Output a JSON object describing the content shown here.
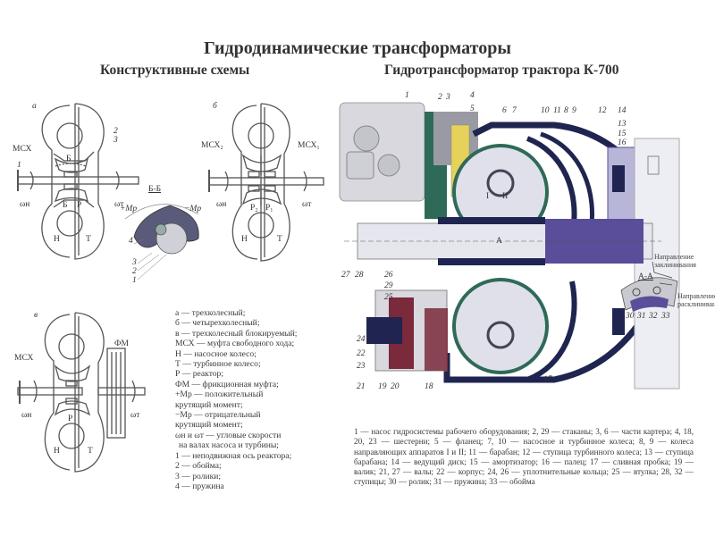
{
  "page": {
    "title": "Гидродинамические трансформаторы",
    "subtitle_left": "Конструктивные схемы",
    "subtitle_right": "Гидротрансформатор трактора К-700"
  },
  "schemes": {
    "a": {
      "letter": "а",
      "labels": {
        "msx": "МСХ",
        "one": "1",
        "two": "2",
        "three": "3",
        "b_top": "Б",
        "b_bottom": "Б",
        "p": "Р",
        "n": "Н",
        "t": "Т",
        "omega_n": "ωн",
        "omega_t": "ωт"
      }
    },
    "b": {
      "letter": "б",
      "labels": {
        "msx2": "МСХ₂",
        "msx1": "МСХ₁",
        "p2": "Р₂",
        "p1": "Р₁",
        "n": "Н",
        "t": "Т",
        "omega_n": "ωн",
        "omega_t": "ωт"
      }
    },
    "v": {
      "letter": "в",
      "labels": {
        "msx": "МСХ",
        "fm": "ФМ",
        "p": "Р",
        "n": "Н",
        "t": "Т",
        "omega_n": "ωн",
        "omega_t": "ωт"
      }
    },
    "section_bb": {
      "title": "Б-Б",
      "plus_m": "+Mр",
      "minus_m": "−Mр",
      "parts": [
        "4",
        "3",
        "2",
        "1"
      ]
    }
  },
  "legend": [
    "а — трехколесный;",
    "б — четырехколесный;",
    "в — трехколесный блокируемый;",
    "МСХ — муфта свободного хода;",
    "Н — насосное колесо;",
    "Т — турбинное колесо;",
    "Р — реактор;",
    "ФМ — фрикционная муфта;",
    "+Mр — положительный",
    "крутящий момент;",
    "−Mр — отрицательный",
    "крутящий момент;",
    "ωн и ωт — угловые скорости",
    "на валах насоса и турбины;",
    "1 — неподвижная ось реактора;",
    "2 — обойма;",
    "3 — ролики;",
    "4 — пружина"
  ],
  "k700": {
    "callouts_top": [
      "1",
      "2",
      "3",
      "4",
      "5",
      "6",
      "7",
      "10",
      "11",
      "8",
      "9",
      "12",
      "14"
    ],
    "callouts_right": [
      "13",
      "15",
      "16"
    ],
    "callouts_left": [
      "27",
      "28",
      "26",
      "29",
      "25",
      "24",
      "22",
      "23"
    ],
    "callouts_bottom": [
      "21",
      "19",
      "20",
      "18",
      "17"
    ],
    "guide_vanes": [
      "I",
      "II"
    ],
    "section_mark": "А",
    "section_aa": {
      "title": "А-А",
      "direction_lock": "Направление заклинивания",
      "direction_unlock": "Направление расклинивания",
      "parts": [
        "30",
        "31",
        "32",
        "33"
      ]
    }
  },
  "caption": "1 — насос гидросистемы рабочего оборудования; 2, 29 — стаканы; 3, 6 — части картера; 4, 18, 20, 23 — шестерни; 5 — фланец; 7, 10 — насосное и турбинное колеса; 8, 9 — колеса направляющих аппаратов I и II; 11 — барабан; 12 — ступица турбинного колеса; 13 — ступица барабана; 14 — ведущий диск; 15 — амортизатор; 16 — палец; 17 — сливная пробка; 19 — валик; 21, 27 — валы; 22 — корпус; 24, 26 — уплотнительные кольца; 25 — втулка; 28, 32 — ступицы; 30 — ролик; 31 — пружина; 33 — обойма",
  "colors": {
    "ink": "#3a3a3a",
    "navy": "#1f2550",
    "purple": "#5a4d9a",
    "lavender": "#b8b6d8",
    "maroon": "#7a2a3a",
    "green": "#2f6a58",
    "yellow": "#e6d25a",
    "grey_housing": "#c9c9d0"
  }
}
